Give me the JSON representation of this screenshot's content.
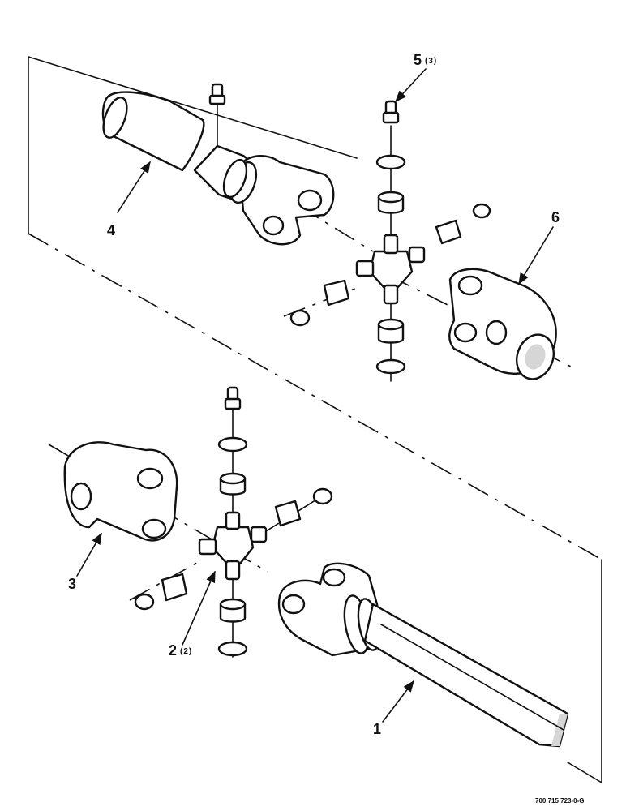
{
  "callouts": {
    "c1": {
      "number": "1",
      "qty": ""
    },
    "c2": {
      "number": "2",
      "qty": "(2)"
    },
    "c3": {
      "number": "3",
      "qty": ""
    },
    "c4": {
      "number": "4",
      "qty": ""
    },
    "c5": {
      "number": "5",
      "qty": "(3)"
    },
    "c6": {
      "number": "6",
      "qty": ""
    }
  },
  "figure_id": "700 715 723-0-G"
}
